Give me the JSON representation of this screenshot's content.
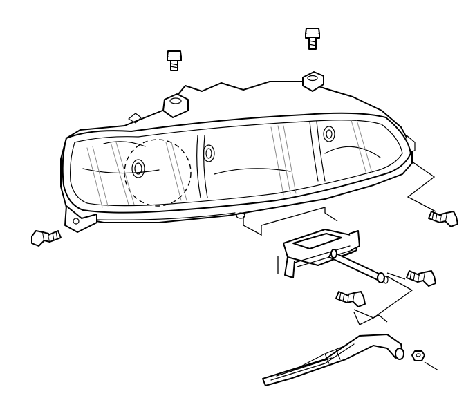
{
  "diagram": {
    "kind": "exploded-assembly",
    "subject_icon": "headlamp-assembly-icon",
    "line_color": "#000000",
    "background_color": "#ffffff",
    "parts": [
      {
        "id": "headlamp-housing",
        "icon": "headlamp-icon"
      },
      {
        "id": "bolt-top-left",
        "icon": "bolt-icon"
      },
      {
        "id": "bolt-top-right",
        "icon": "bolt-icon"
      },
      {
        "id": "bolt-left",
        "icon": "bolt-icon"
      },
      {
        "id": "bolt-right",
        "icon": "bolt-icon"
      },
      {
        "id": "bolt-bracket-right",
        "icon": "bolt-icon"
      },
      {
        "id": "bolt-bracket-bottom",
        "icon": "bolt-icon"
      },
      {
        "id": "mounting-bracket",
        "icon": "bracket-icon"
      },
      {
        "id": "adjuster-rod",
        "icon": "rod-icon"
      },
      {
        "id": "wiper-arm",
        "icon": "wiper-arm-icon"
      },
      {
        "id": "nut",
        "icon": "nut-icon"
      }
    ]
  }
}
